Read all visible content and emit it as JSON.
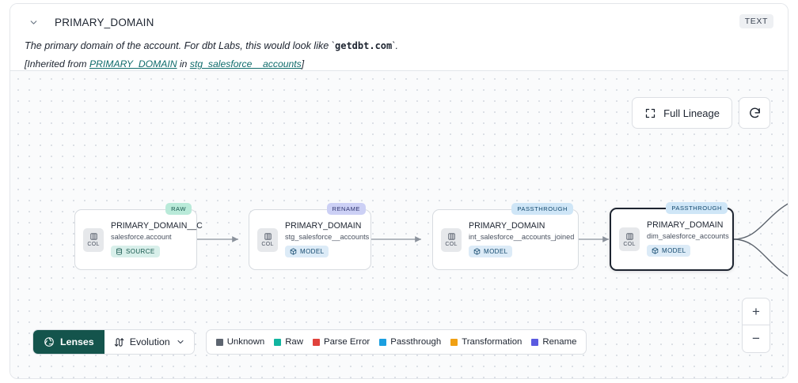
{
  "header": {
    "collapse_icon": "chevron-down-icon",
    "column_name": "PRIMARY_DOMAIN",
    "type_badge": "TEXT",
    "description_prefix": "The primary domain of the account. For dbt Labs, this would look like `",
    "description_code": "getdbt.com",
    "description_suffix": "`.",
    "inherited_prefix": "[Inherited from ",
    "inherited_link": "PRIMARY_DOMAIN",
    "inherited_mid": " in ",
    "inherited_source": "stg_salesforce__accounts",
    "inherited_suffix": "]"
  },
  "controls": {
    "full_lineage_label": "Full Lineage",
    "full_lineage_icon": "expand-brackets-icon",
    "refresh_icon": "refresh-icon",
    "zoom_in_label": "+",
    "zoom_out_label": "−"
  },
  "graph": {
    "col_chip_label": "COL",
    "nodes": [
      {
        "name": "PRIMARY_DOMAIN__C",
        "table": "salesforce.account",
        "asset_tag": "SOURCE",
        "asset_icon": "database-icon",
        "type_badge": "RAW",
        "type_class": "raw",
        "selected": false
      },
      {
        "name": "PRIMARY_DOMAIN",
        "table": "stg_salesforce__accounts",
        "asset_tag": "MODEL",
        "asset_icon": "cube-icon",
        "type_badge": "RENAME",
        "type_class": "ren",
        "selected": false
      },
      {
        "name": "PRIMARY_DOMAIN",
        "table": "int_salesforce__accounts_joined",
        "asset_tag": "MODEL",
        "asset_icon": "cube-icon",
        "type_badge": "PASSTHROUGH",
        "type_class": "pas",
        "selected": false
      },
      {
        "name": "PRIMARY_DOMAIN",
        "table": "dim_salesforce_accounts",
        "asset_tag": "MODEL",
        "asset_icon": "cube-icon",
        "type_badge": "PASSTHROUGH",
        "type_class": "pas",
        "selected": true
      }
    ]
  },
  "bottom_bar": {
    "lenses_label": "Lenses",
    "lenses_icon": "aperture-icon",
    "evolution_label": "Evolution",
    "evolution_icon": "evolution-arrows-icon",
    "evolution_chevron": "chevron-down-icon",
    "legend": [
      {
        "label": "Unknown",
        "color": "#5d6570"
      },
      {
        "label": "Raw",
        "color": "#12b5a0"
      },
      {
        "label": "Parse Error",
        "color": "#e0423c"
      },
      {
        "label": "Passthrough",
        "color": "#1b9fe0"
      },
      {
        "label": "Transformation",
        "color": "#f0a013"
      },
      {
        "label": "Rename",
        "color": "#5a5ae0"
      }
    ]
  }
}
